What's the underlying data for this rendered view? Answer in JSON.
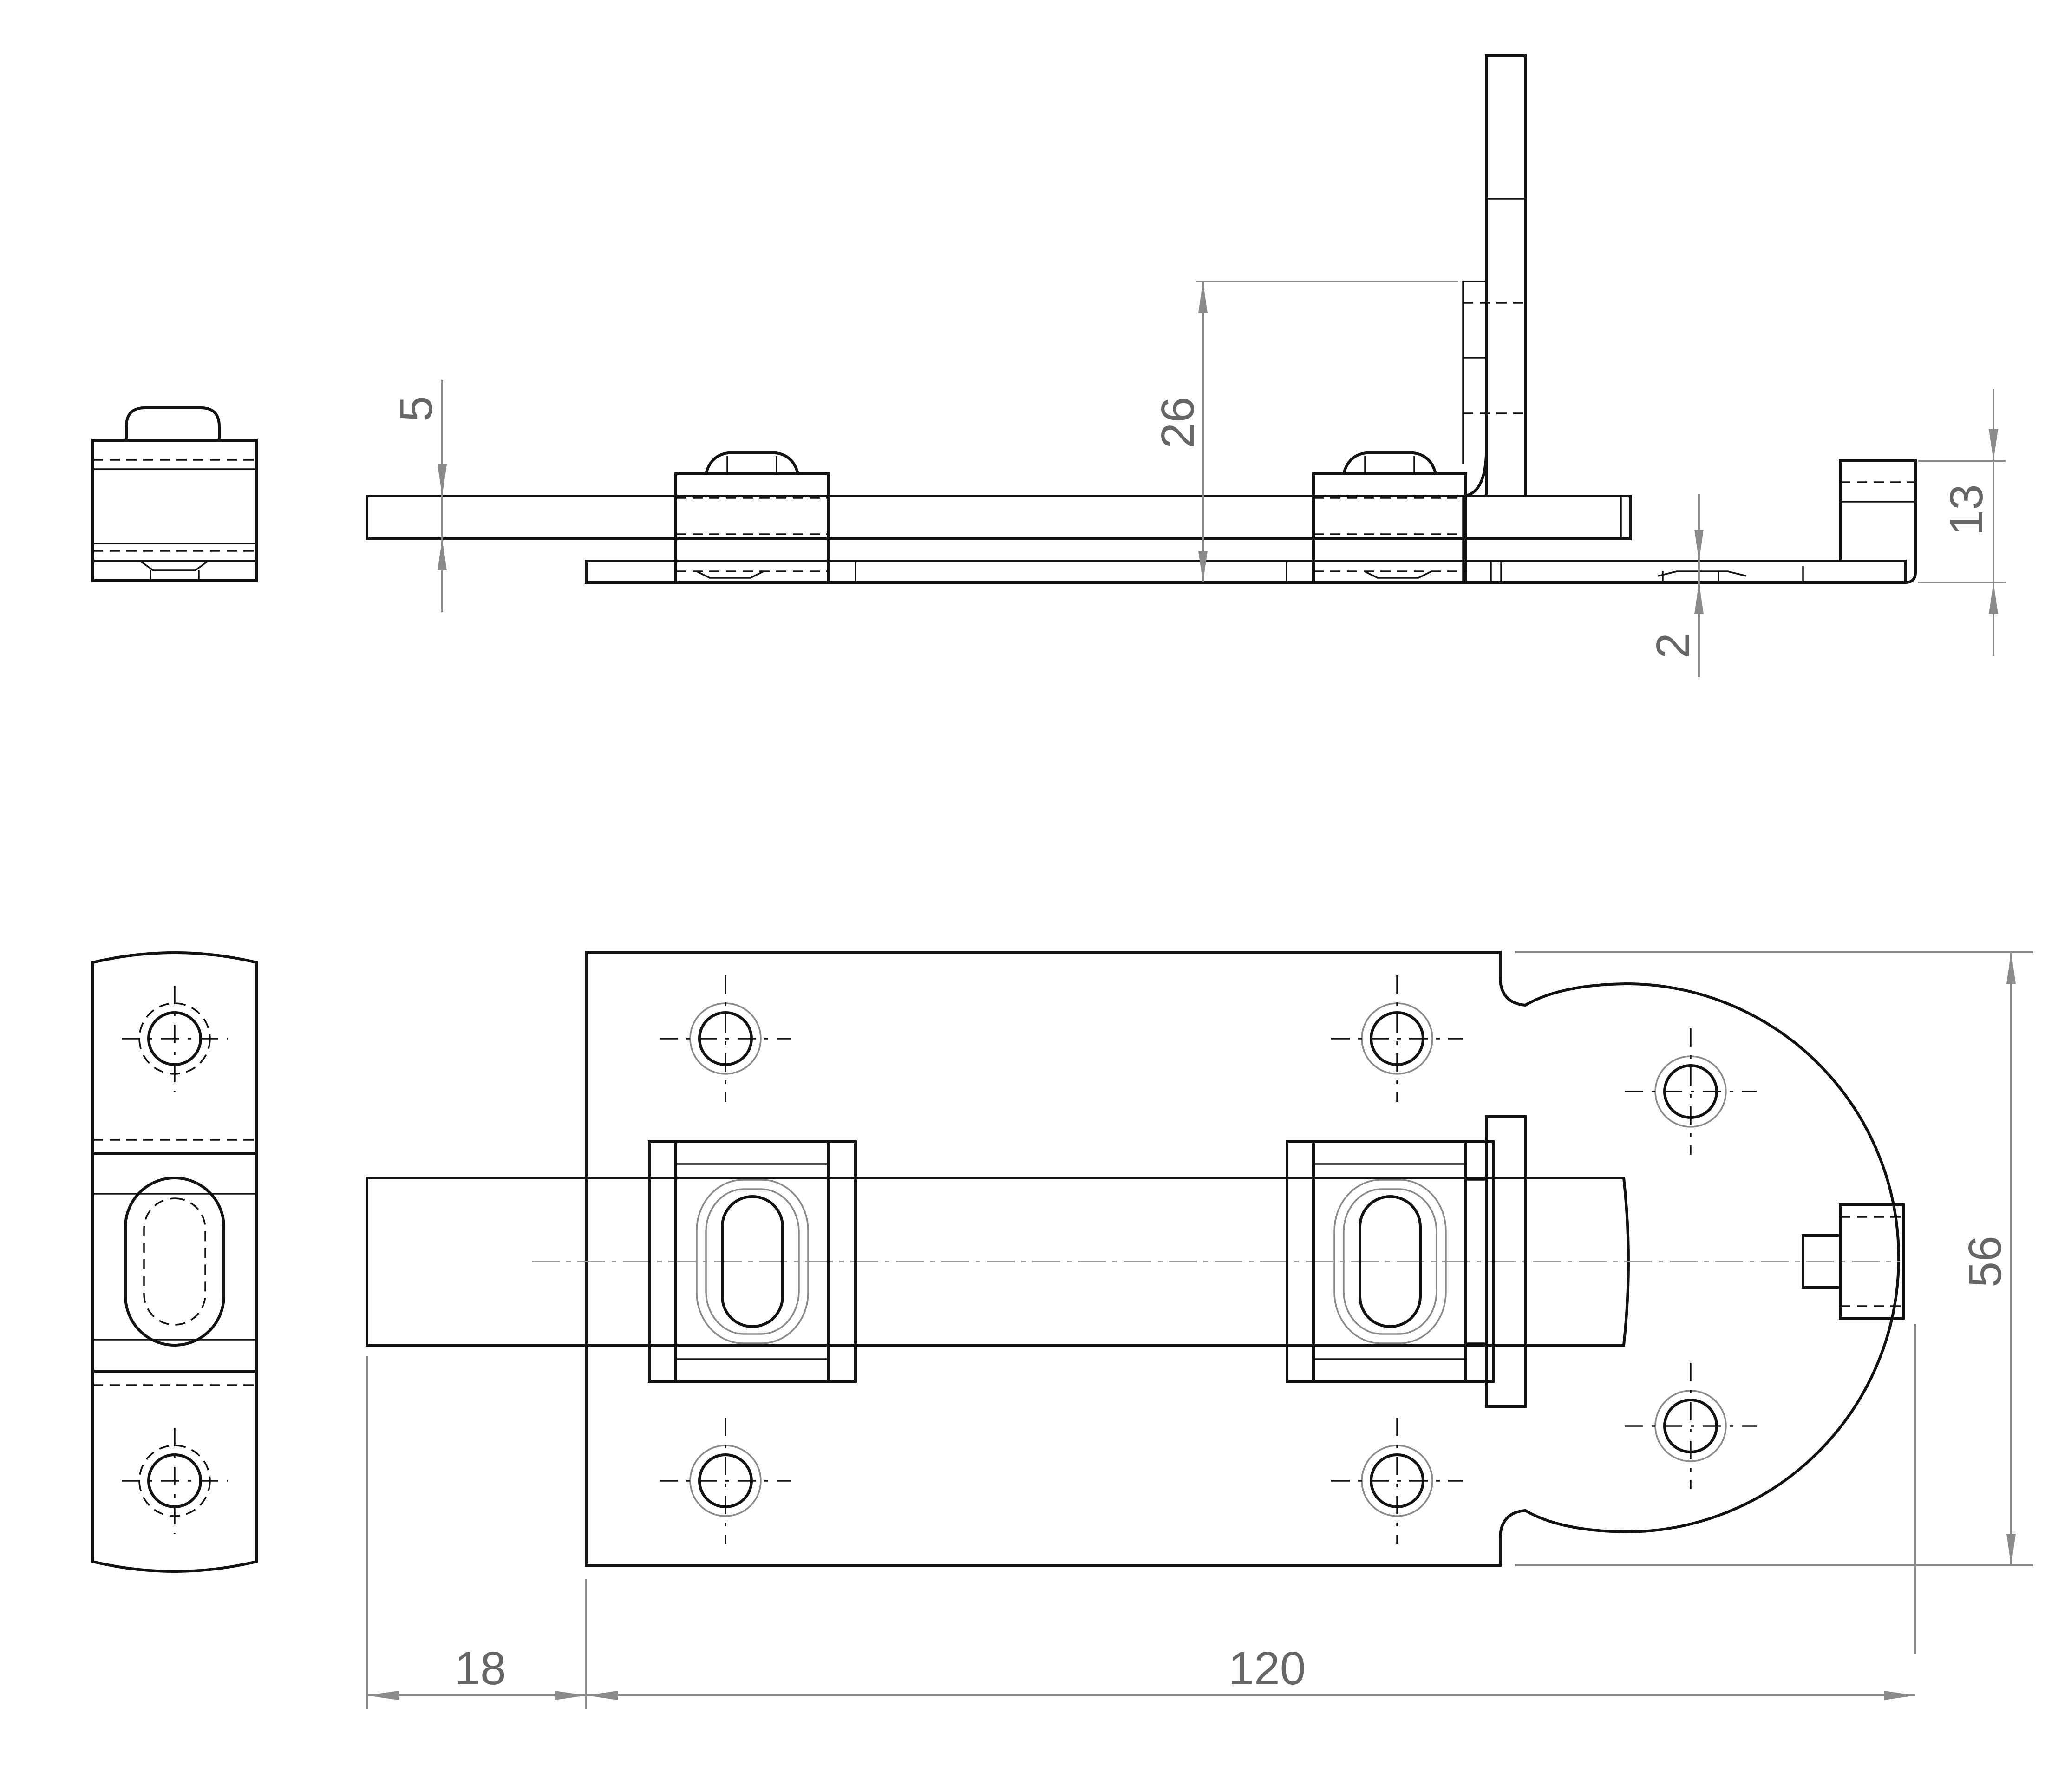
{
  "drawing": {
    "dimensions": {
      "bolt_thickness": "5",
      "bolt_height": "26",
      "keeper_height": "13",
      "plate_thickness": "2",
      "overall_height": "56",
      "knob_offset": "18",
      "overall_length": "120"
    },
    "colors": {
      "outline": "#111111",
      "dimension": "#8a8a8a",
      "dimension_text": "#666666"
    }
  }
}
